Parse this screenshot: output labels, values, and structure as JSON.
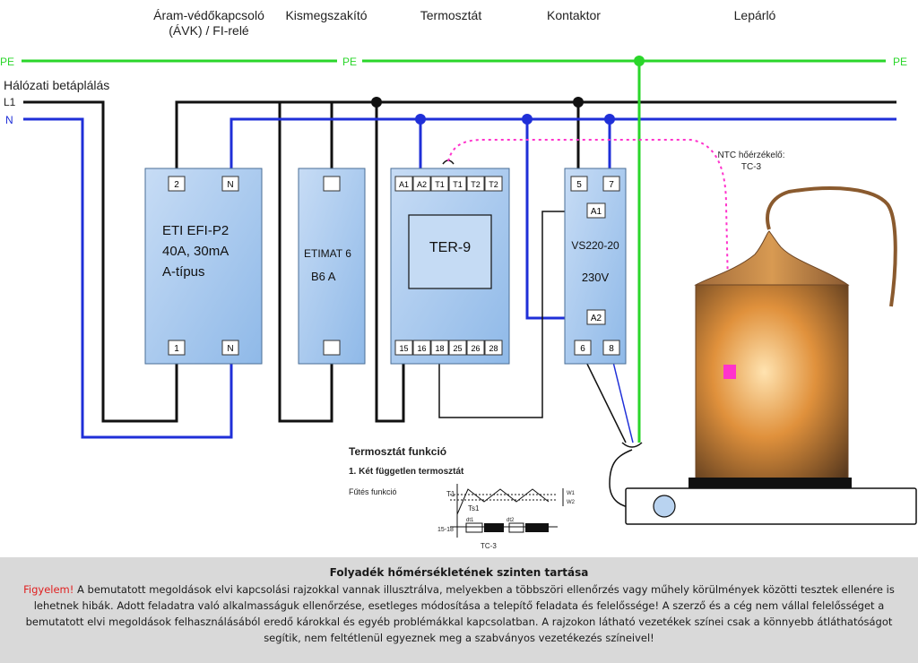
{
  "headers": {
    "rcd": "Áram-védőkapcsoló",
    "rcd_sub": "(ÁVK) / FI-relé",
    "mcb": "Kismegszakító",
    "thermostat": "Termosztát",
    "contactor": "Kontaktor",
    "still": "Lepárló"
  },
  "lines": {
    "supply": "Hálózati betáplálás",
    "l1": "L1",
    "n": "N",
    "pe": "PE"
  },
  "rcd": {
    "terminals_top": [
      "2",
      "N"
    ],
    "terminals_bottom": [
      "1",
      "N"
    ],
    "line1": "ETI EFI-P2",
    "line2": "40A, 30mA",
    "line3": "A-típus"
  },
  "mcb": {
    "line1": "ETIMAT 6",
    "line2": "B6 A"
  },
  "thermostat": {
    "terminals_top": [
      "A1",
      "A2",
      "T1",
      "T1",
      "T2",
      "T2"
    ],
    "terminals_bottom": [
      "15",
      "16",
      "18",
      "25",
      "26",
      "28"
    ],
    "display": "TER-9"
  },
  "contactor": {
    "terminals_top": [
      "5",
      "7"
    ],
    "coil_top": "A1",
    "coil_bottom": "A2",
    "terminals_bottom": [
      "6",
      "8"
    ],
    "line1": "VS220-20",
    "line2": "230V"
  },
  "sensor": {
    "line1": "NTC hőérzékelő:",
    "line2": "TC-3"
  },
  "function": {
    "title": "Termosztát funkció",
    "subtitle": "1. Két független termosztát",
    "label": "Fűtés funkció",
    "t1": "T1",
    "ts1": "Ts1",
    "dt1": "dt1",
    "dt2": "dt2",
    "rows": "15-18",
    "w1": "W1",
    "w2": "W2",
    "sensor_ref": "TC-3"
  },
  "footer": {
    "title": "Folyadék hőmérsékletének szinten tartása",
    "warning_label": "Figyelem!",
    "text": "A bemutatott megoldások elvi kapcsolási rajzokkal vannak illusztrálva, melyekben a többszöri ellenőrzés vagy műhely körülmények közötti tesztek ellenére is lehetnek hibák. Adott feladatra való alkalmasságuk ellenőrzése, esetleges módosítása a telepítő feladata és felelőssége! A szerző és a cég nem vállal felelősséget a bemutatott elvi megoldások felhasználásából eredő károkkal és egyéb problémákkal kapcsolatban. A rajzokon látható vezetékek színei csak a könnyebb átláthatóságot segítik, nem feltétlenül egyeznek meg a szabványos vezetékezés színeivel!"
  },
  "colors": {
    "pe": "#2ad62a",
    "l1": "#111111",
    "n": "#1f2fd8",
    "sensor": "#ff33cc",
    "module": "#a9cbef",
    "copper": "#d08a3a",
    "warning": "#e02020"
  }
}
